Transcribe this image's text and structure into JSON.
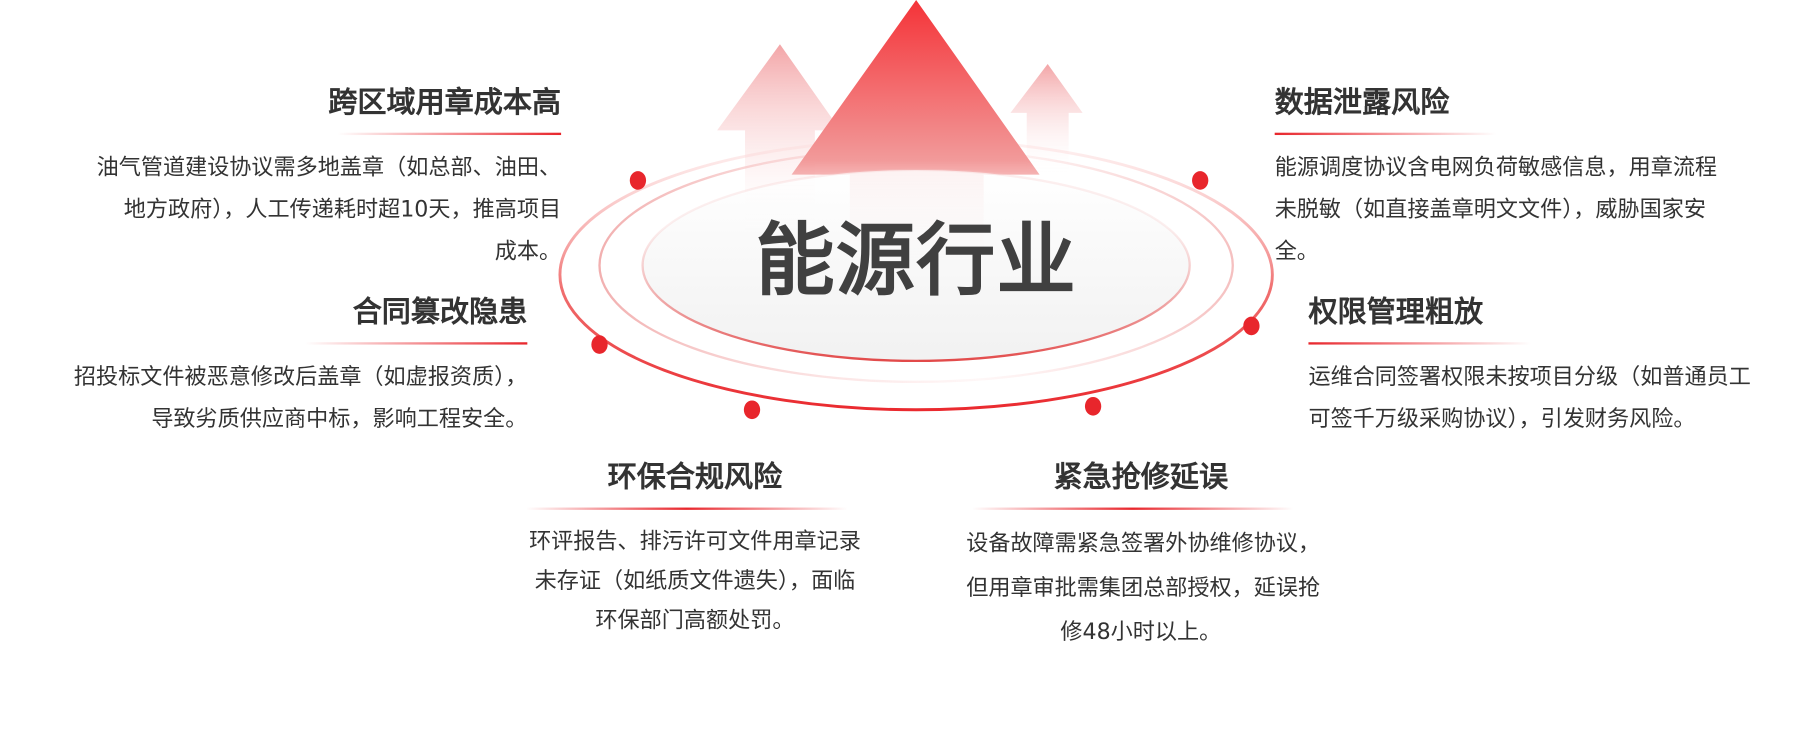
{
  "center_title": "能源行业",
  "colors": {
    "accent": "#e8262c",
    "text": "#333333"
  },
  "risks": [
    {
      "title": "跨区域用章成本高",
      "lines": [
        "油气管道建设协议需多地盖章（如总部、油田、",
        "地方政府），人工传递耗时超10天，推高项目",
        "成本。"
      ]
    },
    {
      "title": "合同篡改隐患",
      "lines": [
        "招投标文件被恶意修改后盖章（如虚报资质），",
        "导致劣质供应商中标，影响工程安全。"
      ]
    },
    {
      "title": "数据泄露风险",
      "lines": [
        "能源调度协议含电网负荷敏感信息，用章流程",
        "未脱敏（如直接盖章明文文件），威胁国家安",
        "全。"
      ]
    },
    {
      "title": "权限管理粗放",
      "lines": [
        "运维合同签署权限未按项目分级（如普通员工",
        "可签千万级采购协议），引发财务风险。"
      ]
    },
    {
      "title": "环保合规风险",
      "lines": [
        "环评报告、排污许可文件用章记录",
        "未存证（如纸质文件遗失），面临",
        "环保部门高额处罚。"
      ]
    },
    {
      "title": "紧急抢修延误",
      "lines": [
        "设备故障需紧急签署外协维修协议，",
        "但用章审批需集团总部授权，延误抢",
        "修48小时以上。"
      ]
    }
  ]
}
